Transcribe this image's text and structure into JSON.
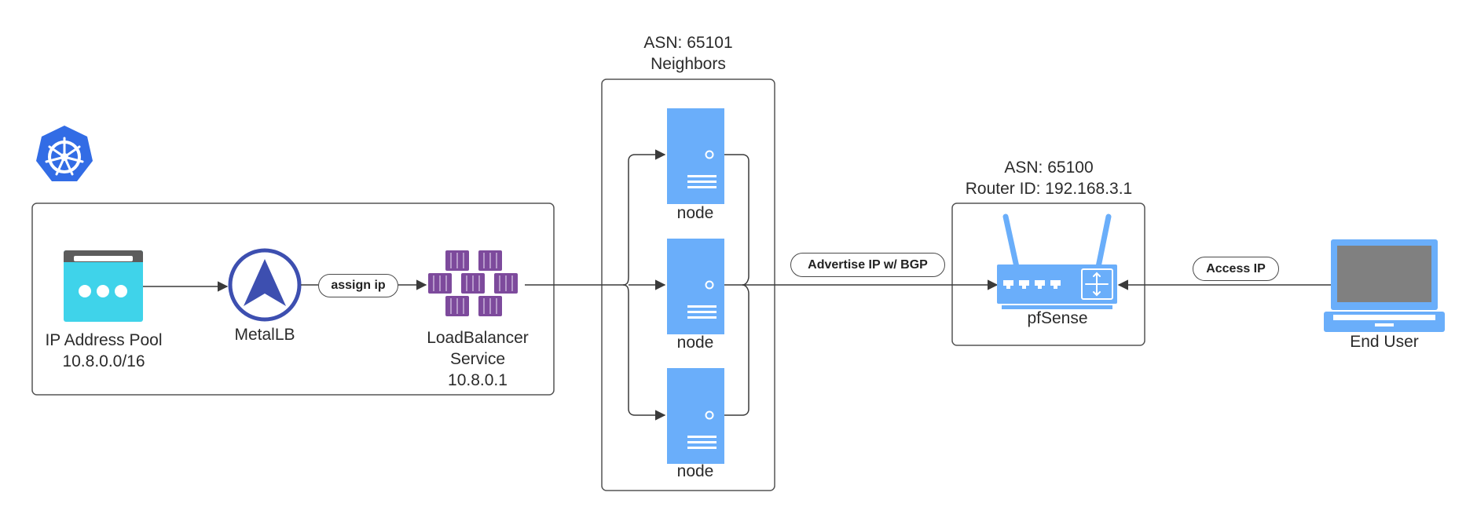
{
  "k8s": {
    "icon": "kubernetes-icon",
    "pool": {
      "line1": "IP Address Pool",
      "line2": "10.8.0.0/16",
      "icon": "ip-pool-icon"
    },
    "metallb": {
      "label": "MetalLB",
      "icon": "metallb-icon"
    },
    "assign_label": "assign ip",
    "lb": {
      "line1": "LoadBalancer",
      "line2": "Service",
      "line3": "10.8.0.1",
      "icon": "load-balancer-icon"
    }
  },
  "neighbors": {
    "header1": "ASN: 65101",
    "header2": "Neighbors",
    "nodes": [
      "node",
      "node",
      "node"
    ],
    "icon": "server-icon"
  },
  "bgp_label": "Advertise IP w/ BGP",
  "router": {
    "header1": "ASN: 65100",
    "header2": "Router ID: 192.168.3.1",
    "label": "pfSense",
    "icon": "router-icon"
  },
  "access_label": "Access IP",
  "end_user": {
    "label": "End User",
    "icon": "laptop-icon"
  },
  "colors": {
    "server": "#6aaefa",
    "purple": "#7d4a9c",
    "metallb": "#3d4fb0",
    "k8s": "#326ce5",
    "line": "#3a3a3a"
  }
}
